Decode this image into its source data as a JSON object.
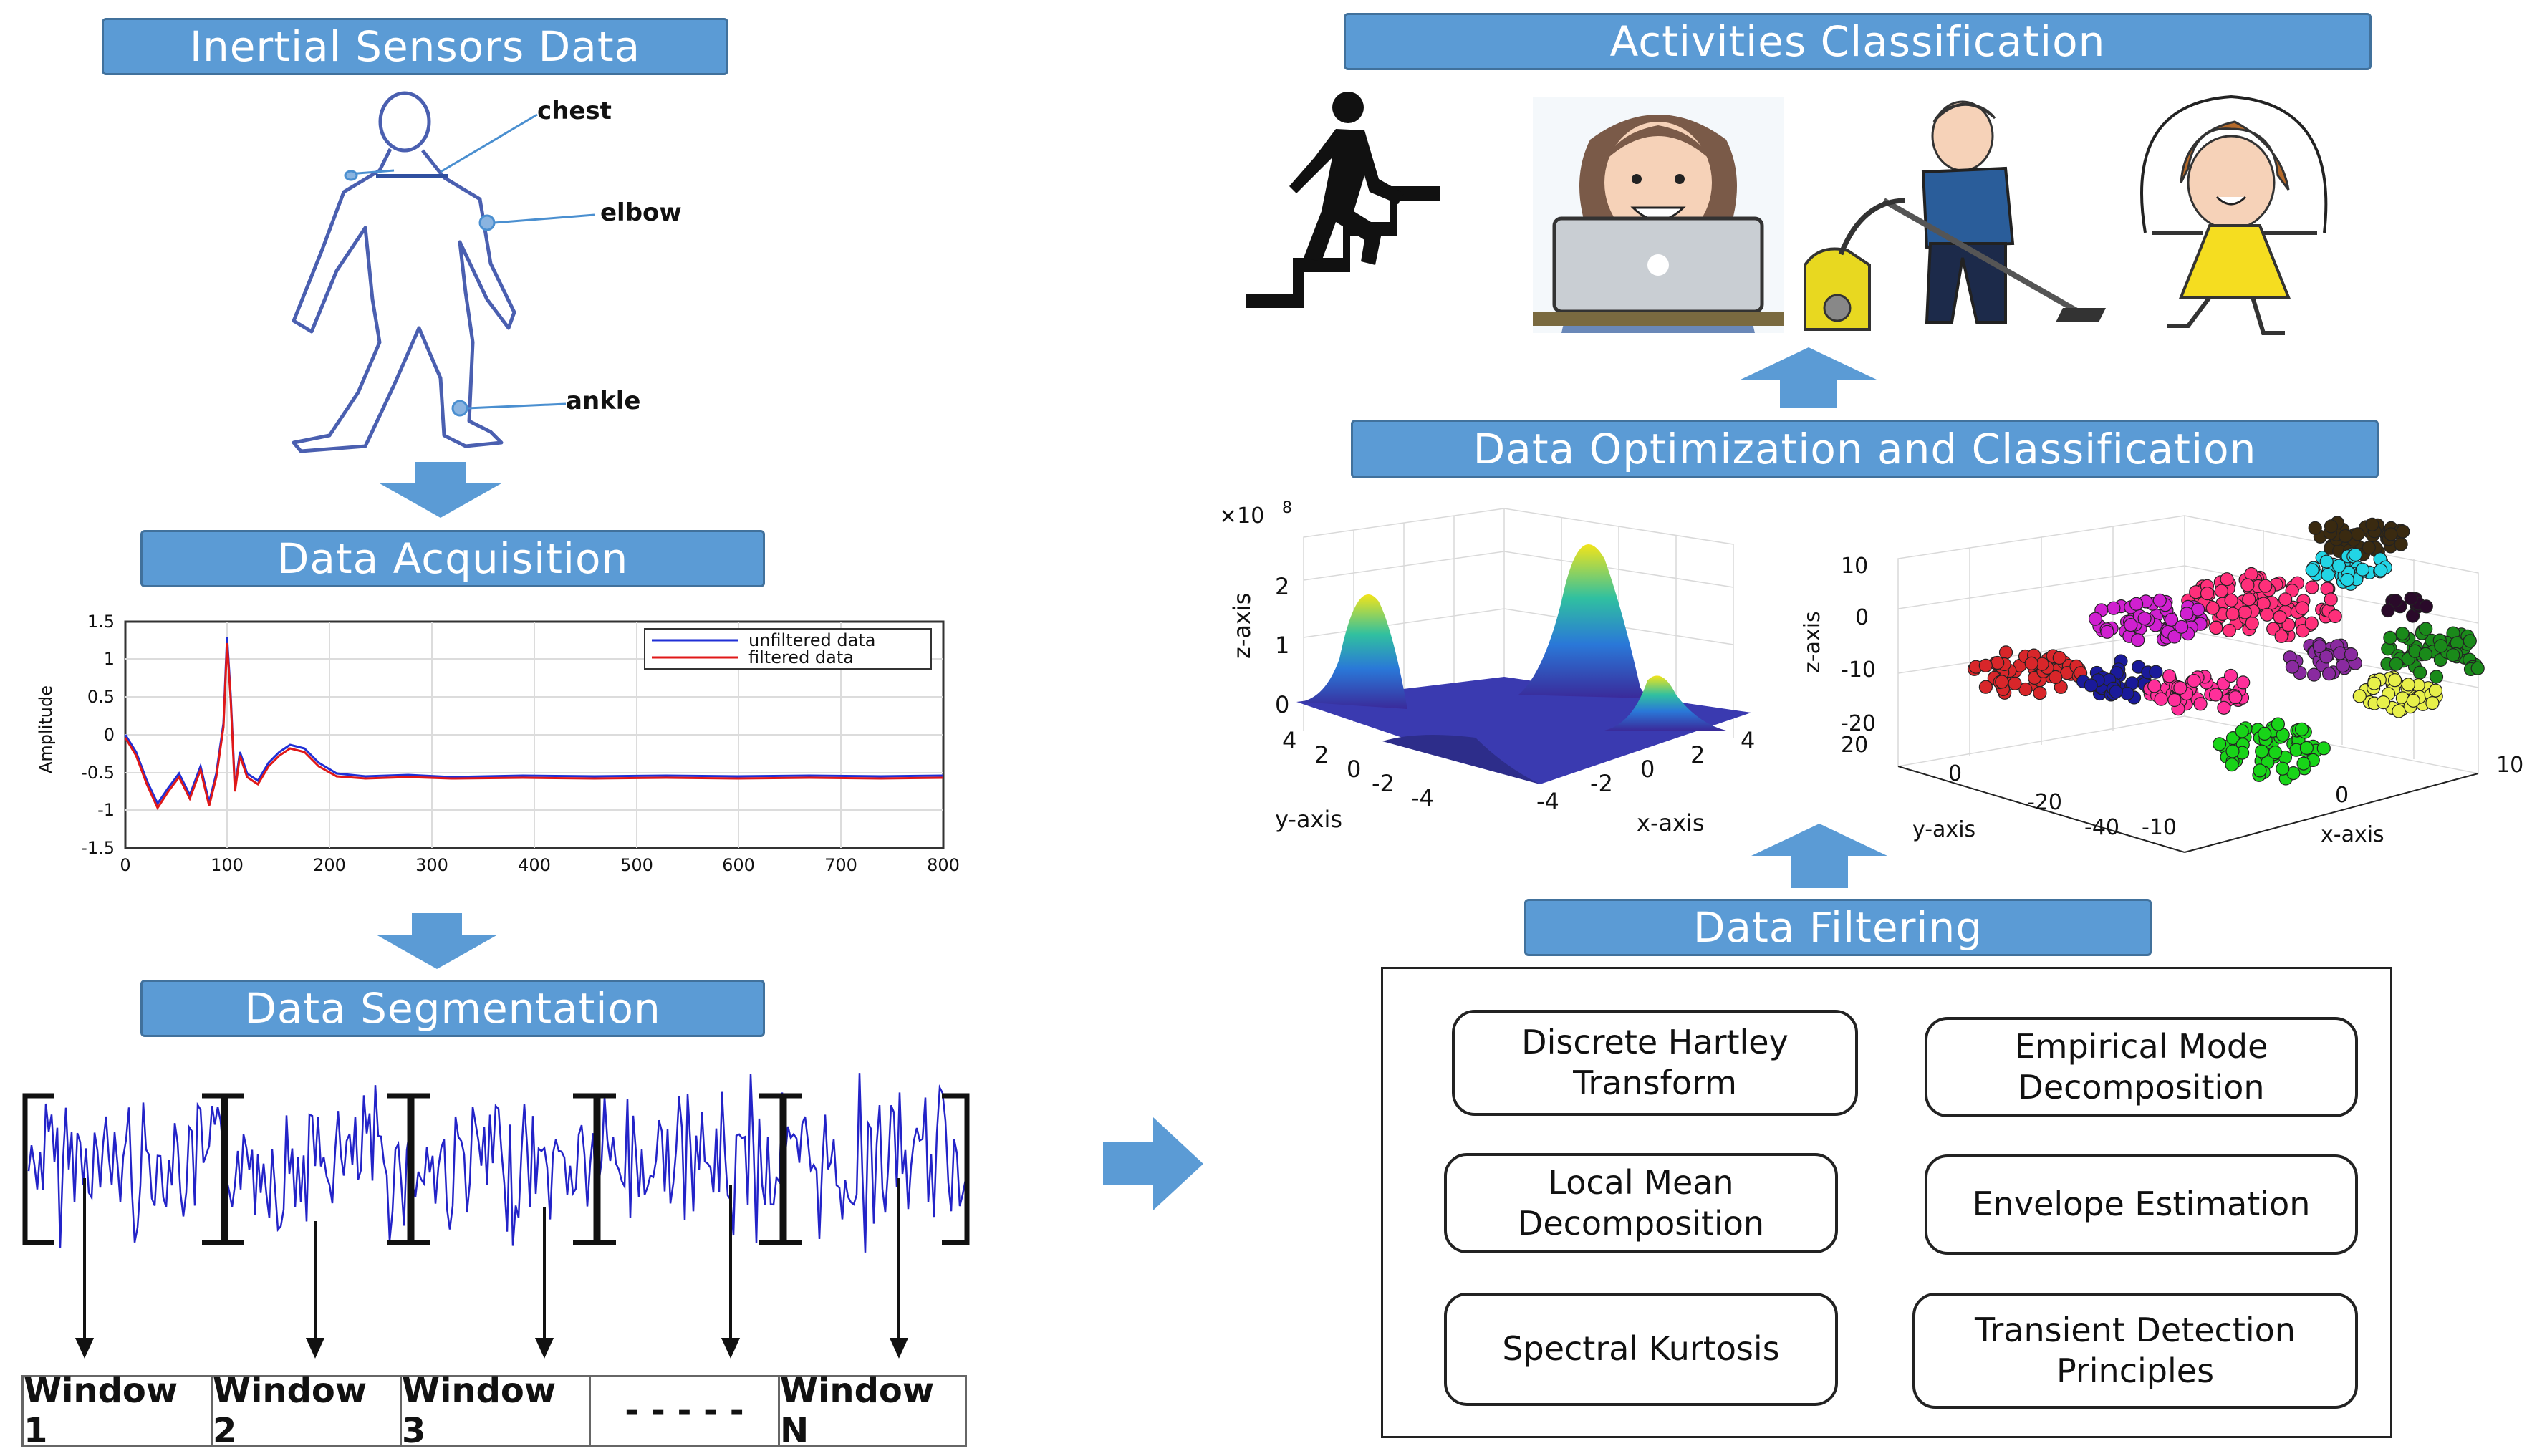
{
  "banners": {
    "inertial": "Inertial Sensors Data",
    "acquisition": "Data Acquisition",
    "segmentation": "Data Segmentation",
    "activities": "Activities Classification",
    "optimization": "Data Optimization and Classification",
    "filtering": "Data Filtering"
  },
  "body_labels": {
    "chest": "chest",
    "elbow": "elbow",
    "ankle": "ankle"
  },
  "signal_plot": {
    "ylabel": "Amplitude",
    "legend": [
      "unfiltered data",
      "filtered data"
    ],
    "colors": {
      "unfiltered": "#1f2fd6",
      "filtered": "#e01818"
    },
    "xticks": [
      "0",
      "100",
      "200",
      "300",
      "400",
      "500",
      "600",
      "700",
      "800"
    ],
    "yticks": [
      "1.5",
      "1",
      "0.5",
      "0",
      "-0.5",
      "-1",
      "-1.5"
    ]
  },
  "windows": [
    "Window 1",
    "Window 2",
    "Window 3",
    "- - - - -",
    "Window N"
  ],
  "filter_methods": [
    "Discrete Hartley Transform",
    "Empirical Mode Decomposition",
    "Local Mean Decomposition",
    "Envelope Estimation",
    "Spectral Kurtosis",
    "Transient Detection Principles"
  ],
  "surface_plot": {
    "scale": "×10",
    "scale_exp": "8",
    "zlabel": "z-axis",
    "xlabel": "x-axis",
    "ylabel": "y-axis",
    "zticks": [
      "2",
      "1",
      "0"
    ],
    "yticks": [
      "4",
      "2",
      "0",
      "-2",
      "-4"
    ],
    "xticks": [
      "-4",
      "-2",
      "0",
      "2",
      "4"
    ]
  },
  "scatter_plot": {
    "zlabel": "z-axis",
    "xlabel": "x-axis",
    "ylabel": "y-axis",
    "zticks": [
      "10",
      "0",
      "-10",
      "-20"
    ],
    "yticks": [
      "20",
      "0",
      "-20",
      "-40"
    ],
    "xticks": [
      "-10",
      "0",
      "10"
    ]
  },
  "activity_icons": [
    "stairs-climbing-icon",
    "laptop-user-icon",
    "vacuuming-icon",
    "rope-skipping-icon"
  ],
  "colors": {
    "banner": "#5b9bd5",
    "arrow": "#5b9bd5",
    "signal": "#2323c8"
  }
}
